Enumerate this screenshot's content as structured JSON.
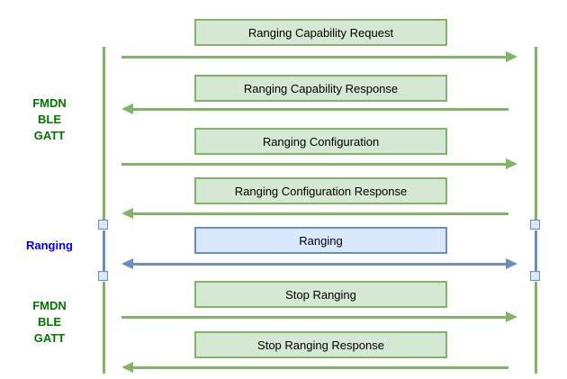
{
  "colors": {
    "green_stroke": "#82b366",
    "green_fill": "#d5e8d4",
    "blue_stroke": "#6c8ebf",
    "blue_fill": "#dae8fc",
    "label_green": "#007700",
    "label_blue": "#0000ee",
    "message_text": "#000000"
  },
  "side_labels": [
    {
      "lines": [
        "FMDN",
        "BLE",
        "GATT"
      ],
      "color": "green"
    },
    {
      "lines": [
        "Ranging"
      ],
      "color": "blue"
    },
    {
      "lines": [
        "FMDN",
        "BLE",
        "GATT"
      ],
      "color": "green"
    }
  ],
  "messages": [
    {
      "label": "Ranging Capability Request",
      "direction": "right",
      "scheme": "green"
    },
    {
      "label": "Ranging Capability Response",
      "direction": "left",
      "scheme": "green"
    },
    {
      "label": "Ranging Configuration",
      "direction": "right",
      "scheme": "green"
    },
    {
      "label": "Ranging Configuration Response",
      "direction": "left",
      "scheme": "green"
    },
    {
      "label": "Ranging",
      "direction": "both",
      "scheme": "blue"
    },
    {
      "label": "Stop Ranging",
      "direction": "right",
      "scheme": "green"
    },
    {
      "label": "Stop Ranging Response",
      "direction": "left",
      "scheme": "green"
    }
  ]
}
